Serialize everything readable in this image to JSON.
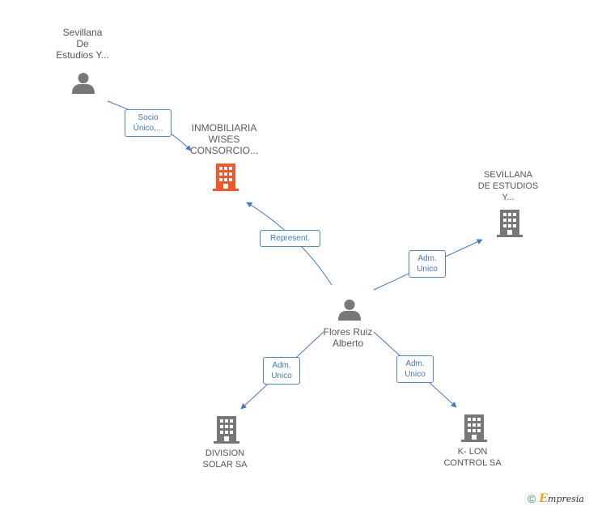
{
  "colors": {
    "edge": "#3d7acc",
    "person": "#777777",
    "company": "#777777",
    "company_main": "#f0582a"
  },
  "nodes": {
    "sevillana_person": {
      "lines": [
        "Sevillana",
        "De",
        "Estudios Y..."
      ],
      "icon": "person-icon"
    },
    "inmobiliaria": {
      "lines": [
        "INMOBILIARIA",
        "WISES",
        "CONSORCIO..."
      ],
      "icon": "building-icon"
    },
    "sevillana_company": {
      "lines": [
        "SEVILLANA",
        "DE ESTUDIOS",
        "Y..."
      ],
      "icon": "building-icon"
    },
    "flores": {
      "lines": [
        "Flores Ruiz",
        "Alberto"
      ],
      "icon": "person-icon"
    },
    "division": {
      "lines": [
        "DIVISION",
        "SOLAR SA"
      ],
      "icon": "building-icon"
    },
    "klon": {
      "lines": [
        "K- LON",
        "CONTROL SA"
      ],
      "icon": "building-icon"
    }
  },
  "edges": {
    "socio": {
      "lines": [
        "Socio",
        "Único,..."
      ]
    },
    "represent": {
      "lines": [
        "Represent."
      ]
    },
    "adm_sevillana": {
      "lines": [
        "Adm.",
        "Unico"
      ]
    },
    "adm_division": {
      "lines": [
        "Adm.",
        "Unico"
      ]
    },
    "adm_klon": {
      "lines": [
        "Adm.",
        "Unico"
      ]
    }
  },
  "footer": {
    "copyright_symbol": "©",
    "brand_first": "E",
    "brand_rest": "mpresia"
  }
}
